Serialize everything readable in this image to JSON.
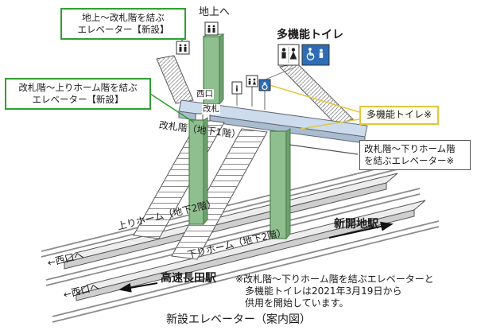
{
  "labels": {
    "to_ground": "地上へ",
    "toilet_heading": "多機能トイレ",
    "west_exit": "西口",
    "gate": "改札",
    "concourse": "改札階（地下1階）",
    "platform_up": "上りホーム（地下2階）",
    "platform_down": "下りホーム（地下2階）",
    "to_west_exit_1": "←西口へ",
    "to_west_exit_2": "←西口へ",
    "station_right": "新開地駅",
    "station_left": "高速長田駅"
  },
  "callouts": {
    "ground_elevator_line1": "地上〜改札階を結ぶ",
    "ground_elevator_line2": "エレベーター【新設】",
    "up_elevator_line1": "改札階〜上りホーム階を結ぶ",
    "up_elevator_line2": "エレベーター【新設】",
    "toilet_callout": "多機能トイレ※",
    "down_elevator_line1": "改札階〜下りホーム階",
    "down_elevator_line2": "を結ぶエレベーター※"
  },
  "note": {
    "line1": "※改札階〜下りホーム階を結ぶエレベーターと",
    "line2": "多機能トイレは2021年3月19日から",
    "line3": "供用を開始しています。"
  },
  "caption": "新設エレベーター（案内図）",
  "icons": {
    "info": "i"
  },
  "colors": {
    "elevator_green": "#8fbe8f",
    "callout_green_border": "#2fa02f",
    "toilet_highlight_yellow": "#e3c63e",
    "concourse_blue": "#ccdcec",
    "accessible_blue": "#2e6db4"
  }
}
